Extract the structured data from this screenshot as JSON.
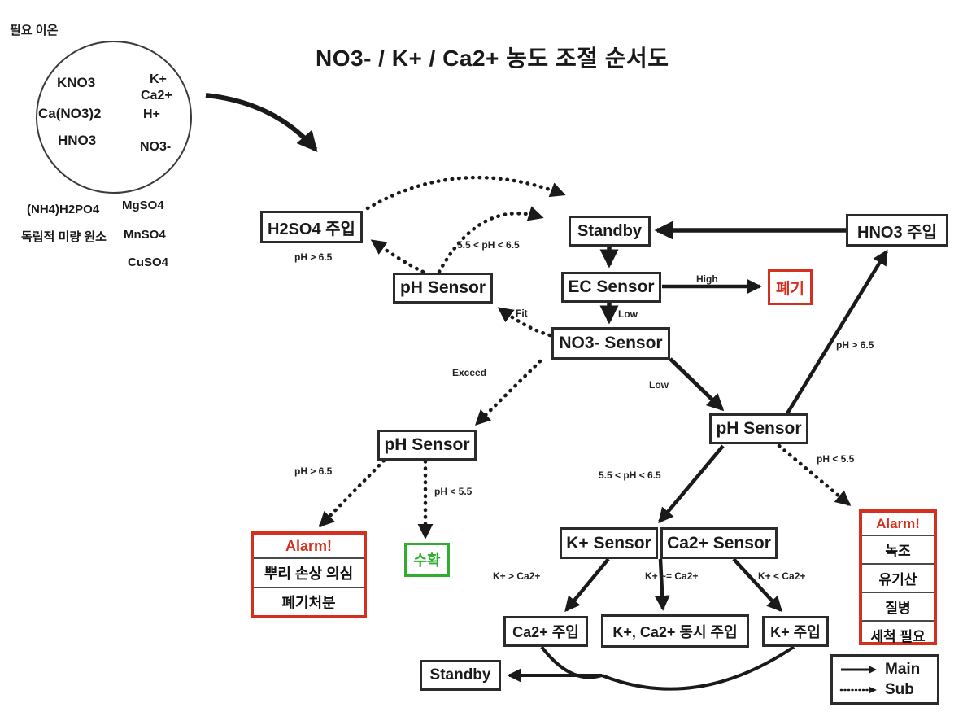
{
  "title": "NO3- / K+ / Ca2+ 농도 조절 순서도",
  "ion_panel": {
    "label": "필요 이온",
    "acids": [
      "KNO3",
      "Ca(NO3)2",
      "HNO3"
    ],
    "ions": [
      "K+",
      "Ca2+",
      "H+",
      "NO3-"
    ],
    "compounds": [
      "(NH4)H2PO4",
      "MgSO4",
      "독립적 미량 원소",
      "MnSO4",
      "CuSO4"
    ]
  },
  "nodes": {
    "h2so4_inject": "H2SO4 주입",
    "standby_top": "Standby",
    "hno3_inject": "HNO3 주입",
    "ph_sensor_top": "pH Sensor",
    "ec_sensor": "EC Sensor",
    "discard": "폐기",
    "no3_sensor": "NO3- Sensor",
    "ph_sensor_left": "pH Sensor",
    "ph_sensor_right": "pH Sensor",
    "harvest": "수확",
    "k_sensor": "K+ Sensor",
    "ca_sensor": "Ca2+ Sensor",
    "ca_inject": "Ca2+ 주입",
    "k_ca_inject": "K+, Ca2+ 동시 주입",
    "k_inject": "K+ 주입",
    "standby_bottom": "Standby"
  },
  "alarm_left": {
    "title": "Alarm!",
    "lines": [
      "뿌리 손상 의심",
      "폐기처분"
    ]
  },
  "alarm_right": {
    "title": "Alarm!",
    "lines": [
      "녹조",
      "유기산",
      "질병",
      "세척 필요"
    ]
  },
  "edge_labels": {
    "ph_gt_65_top": "pH > 6.5",
    "ph_mid_top": "5.5 < pH < 6.5",
    "high": "High",
    "low_ec": "Low",
    "fit": "Fit",
    "exceed": "Exceed",
    "low_no3": "Low",
    "ph_gt_65_hno3": "pH > 6.5",
    "ph_gt_65_left": "pH > 6.5",
    "ph_lt_55_left": "pH < 5.5",
    "ph_mid_right": "5.5 < pH < 6.5",
    "ph_lt_55_right": "pH < 5.5",
    "k_gt_ca": "K+ > Ca2+",
    "k_eq_ca": "K+ ~= Ca2+",
    "k_lt_ca": "K+ < Ca2+"
  },
  "legend": {
    "main": "Main",
    "sub": "Sub"
  },
  "colors": {
    "alarm_red": "#d43020",
    "harvest_green": "#2fae2f",
    "line_black": "#1a1a1a"
  }
}
